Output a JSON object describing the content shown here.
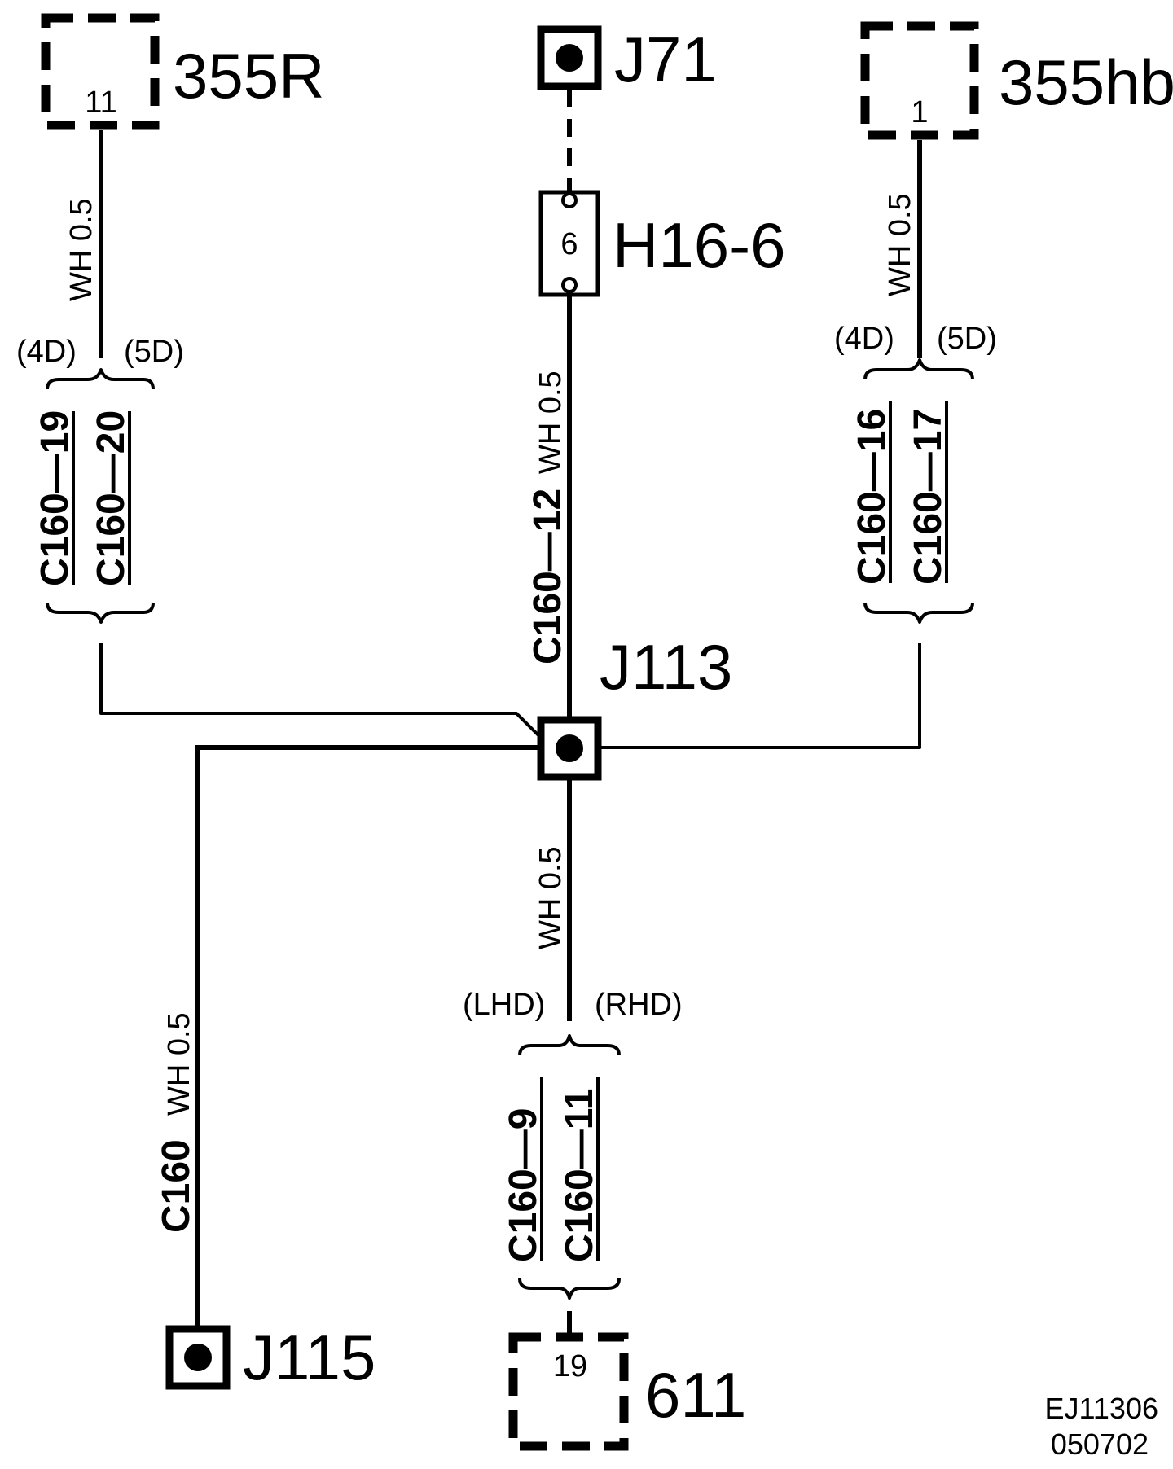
{
  "components": {
    "c355r": {
      "name": "355R",
      "pin": "11"
    },
    "c355hb": {
      "name": "355hb",
      "pin": "1"
    },
    "c611": {
      "name": "611",
      "pin": "19"
    },
    "j71": {
      "name": "J71"
    },
    "h16": {
      "name": "H16-6",
      "pin": "6"
    },
    "j113": {
      "name": "J113"
    },
    "j115": {
      "name": "J115"
    }
  },
  "wires": {
    "left_top": "WH 0.5",
    "center_top": "WH 0.5",
    "right_top": "WH 0.5",
    "center_bottom": "WH 0.5",
    "j115_wire": "WH 0.5"
  },
  "variants": {
    "left_a": "(4D)",
    "left_b": "(5D)",
    "right_a": "(4D)",
    "right_b": "(5D)",
    "bottom_a": "(LHD)",
    "bottom_b": "(RHD)"
  },
  "connectors": {
    "left_a": "C160—19",
    "left_b": "C160—20",
    "center": "C160—12",
    "right_a": "C160—16",
    "right_b": "C160—17",
    "bottom_a": "C160—9",
    "bottom_b": "C160—11",
    "j115": "C160"
  },
  "figure_code": {
    "line1": "EJ11306",
    "line2": "050702"
  }
}
